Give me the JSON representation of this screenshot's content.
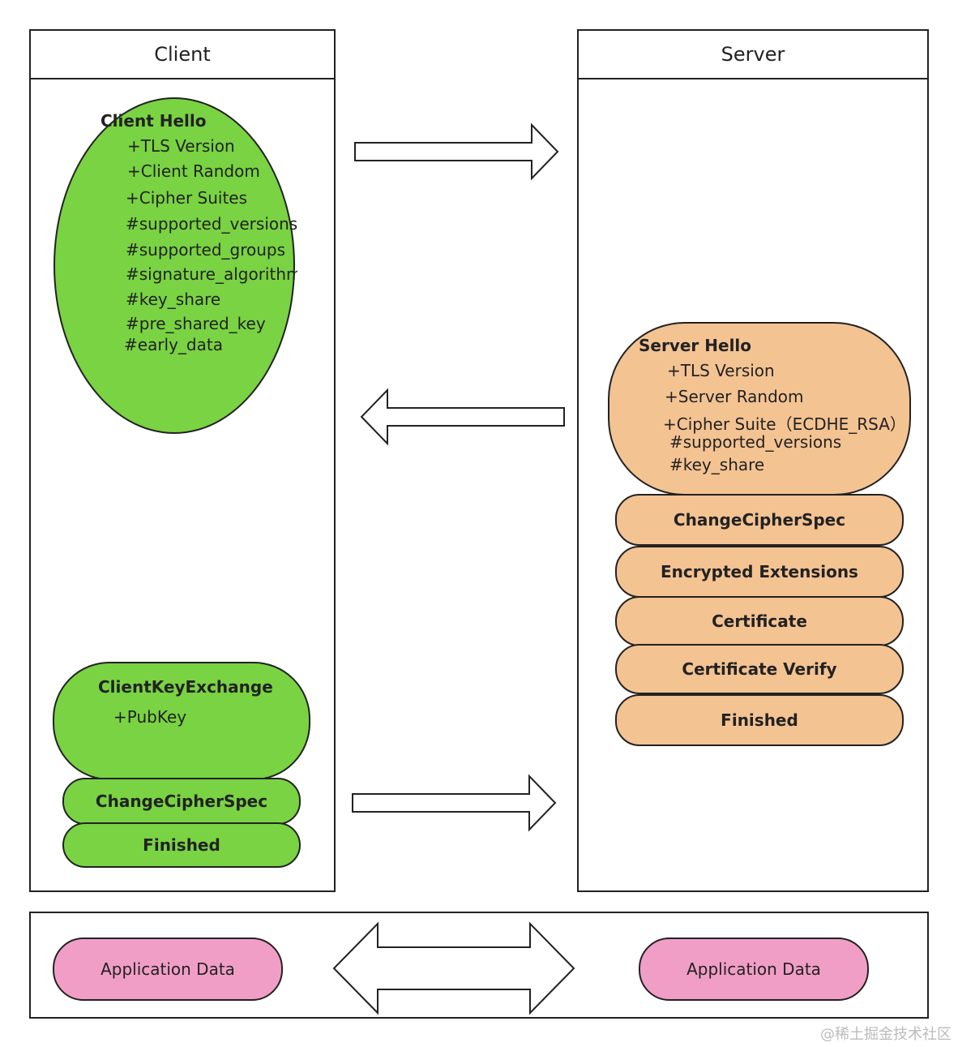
{
  "lanes": {
    "client": "Client",
    "server": "Server"
  },
  "client_hello": {
    "title": "Client Hello",
    "lines": [
      "+TLS Version",
      "+Client Random",
      "+Cipher Suites",
      "#supported_versions",
      "#supported_groups",
      "#signature_algorithms",
      "#key_share",
      "#pre_shared_key",
      "#early_data"
    ]
  },
  "server_hello": {
    "title": "Server Hello",
    "lines": [
      "+TLS Version",
      "+Server Random",
      "+Cipher Suite（ECDHE_RSA）",
      "#supported_versions",
      "#key_share"
    ]
  },
  "server_msgs": [
    "ChangeCipherSpec",
    "Encrypted Extensions",
    "Certificate",
    "Certificate Verify",
    "Finished"
  ],
  "client_key_exchange": {
    "title": "ClientKeyExchange",
    "lines": [
      "+PubKey"
    ]
  },
  "client_msgs": [
    "ChangeCipherSpec",
    "Finished"
  ],
  "app_data": {
    "client": "Application Data",
    "server": "Application Data"
  },
  "watermark": "@稀土掘金技术社区",
  "colors": {
    "client_fill": "#79d342",
    "server_fill": "#f4c392",
    "app_fill": "#f19ec7",
    "stroke": "#222222"
  }
}
